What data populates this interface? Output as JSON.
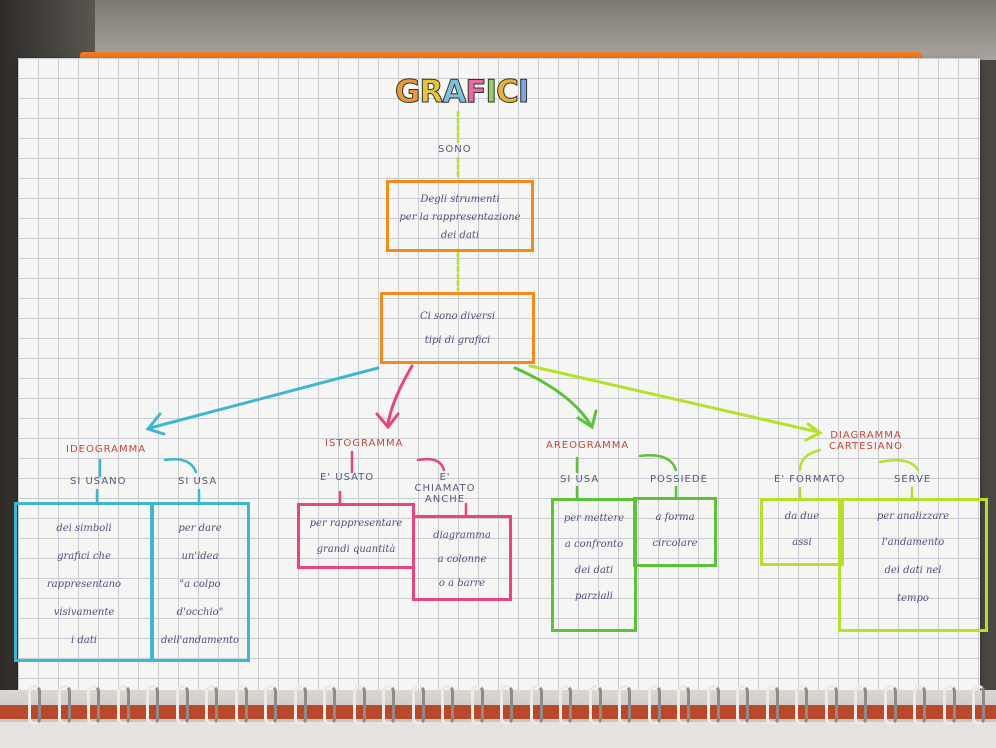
{
  "title": {
    "letters": [
      "G",
      "R",
      "A",
      "F",
      "I",
      "C",
      "I"
    ],
    "letter_colors": [
      "#e89a3a",
      "#e8c43a",
      "#7dc2d8",
      "#e86aa0",
      "#8fd06a",
      "#e8b23a",
      "#7aa8e0"
    ]
  },
  "connectors": {
    "sono": "SONO",
    "ideo_si_usano": "SI USANO",
    "ideo_si_usa": "SI USA",
    "iso_e_usato": "E' USATO",
    "iso_e_chiamato": "E' CHIAMATO ANCHE",
    "areo_si_usa": "SI USA",
    "areo_possiede": "POSSIEDE",
    "diag_e_formato": "E' FORMATO",
    "diag_serve": "SERVE"
  },
  "nodes": {
    "def_box": [
      "Degli strumenti",
      "per la rappresentazione",
      "dei dati"
    ],
    "types_box": [
      "Ci sono diversi",
      "tipi di grafici"
    ]
  },
  "categories": {
    "ideogramma": "IDEOGRAMMA",
    "istogramma": "ISTOGRAMMA",
    "areogramma": "AREOGRAMMA",
    "diagramma": "DIAGRAMMA CARTESIANO"
  },
  "boxes": {
    "ideo_left": [
      "dei simboli",
      "grafici che",
      "rappresentano",
      "visivamente",
      "i dati"
    ],
    "ideo_right": [
      "per dare",
      "un'idea",
      "\"a colpo",
      "d'occhio\"",
      "dell'andamento"
    ],
    "iso_left": [
      "per rappresentare",
      "grandi quantità"
    ],
    "iso_right": [
      "diagramma",
      "a colonne",
      "o a barre"
    ],
    "areo_left": [
      "per mettere",
      "a confronto",
      "dei dati",
      "parziali"
    ],
    "areo_right": [
      "a forma",
      "circolare"
    ],
    "diag_left": [
      "da due",
      "assi"
    ],
    "diag_right": [
      "per analizzare",
      "l'andamento",
      "dei dati nel",
      "tempo"
    ]
  },
  "colors": {
    "orange": "#f28a1e",
    "cyan": "#3fb6cf",
    "pink": "#e8457a",
    "green": "#5cc23a",
    "lime": "#b6e02a",
    "red_label": "#c8453a"
  }
}
